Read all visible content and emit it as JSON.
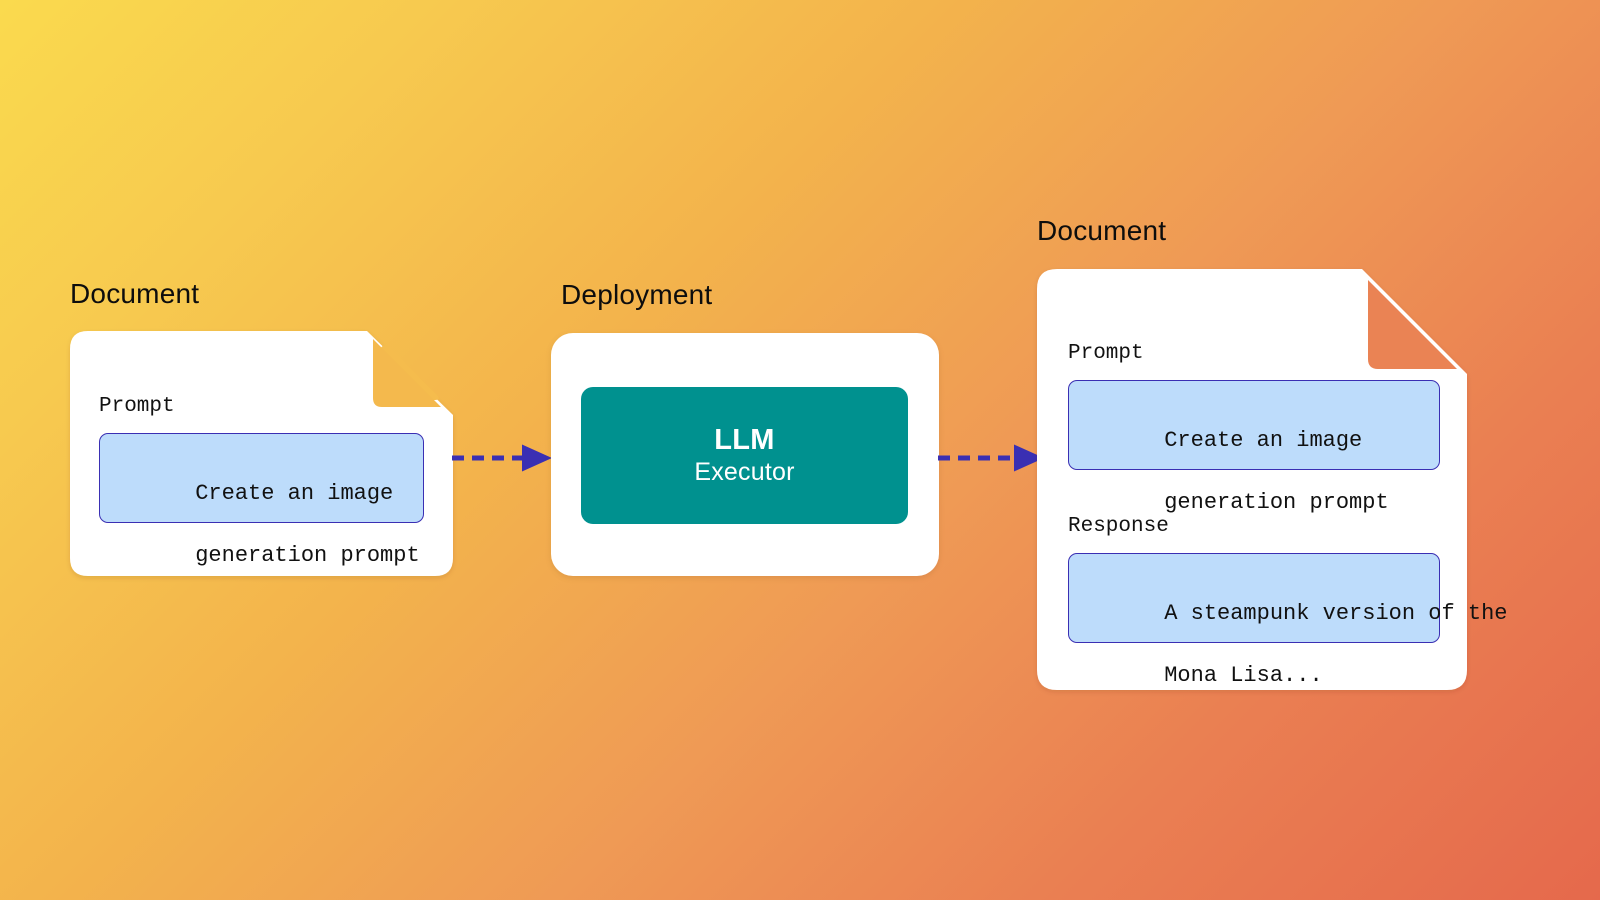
{
  "diagram": {
    "title_hidden": "",
    "background": {
      "gradient_from": "#FADA4E",
      "gradient_to": "#E5694C",
      "direction": "135deg"
    },
    "palette": {
      "card_bg": "#FFFFFF",
      "chip_bg": "#BDDCFB",
      "chip_border": "#3A2FB3",
      "node_teal": "#00918F",
      "arrow": "#3A2FB3",
      "text": "#0D0D0D"
    },
    "nodes": [
      {
        "id": "input-document",
        "group_label": "Document",
        "type": "document",
        "fields": [
          {
            "label": "Prompt",
            "value_lines": [
              "Create an image",
              "generation prompt"
            ]
          }
        ]
      },
      {
        "id": "deployment",
        "group_label": "Deployment",
        "type": "deployment",
        "node": {
          "title": "LLM",
          "subtitle": "Executor"
        }
      },
      {
        "id": "output-document",
        "group_label": "Document",
        "type": "document",
        "fields": [
          {
            "label": "Prompt",
            "value_lines": [
              "Create an image",
              "generation prompt"
            ]
          },
          {
            "label": "Response",
            "value_lines": [
              "A steampunk version of the",
              "Mona Lisa..."
            ]
          }
        ]
      }
    ],
    "connectors": [
      {
        "id": "input-to-deployment",
        "style": "dashed-arrow",
        "from": "input-document",
        "to": "deployment"
      },
      {
        "id": "deployment-to-output",
        "style": "dashed-arrow",
        "from": "deployment",
        "to": "output-document"
      }
    ]
  }
}
